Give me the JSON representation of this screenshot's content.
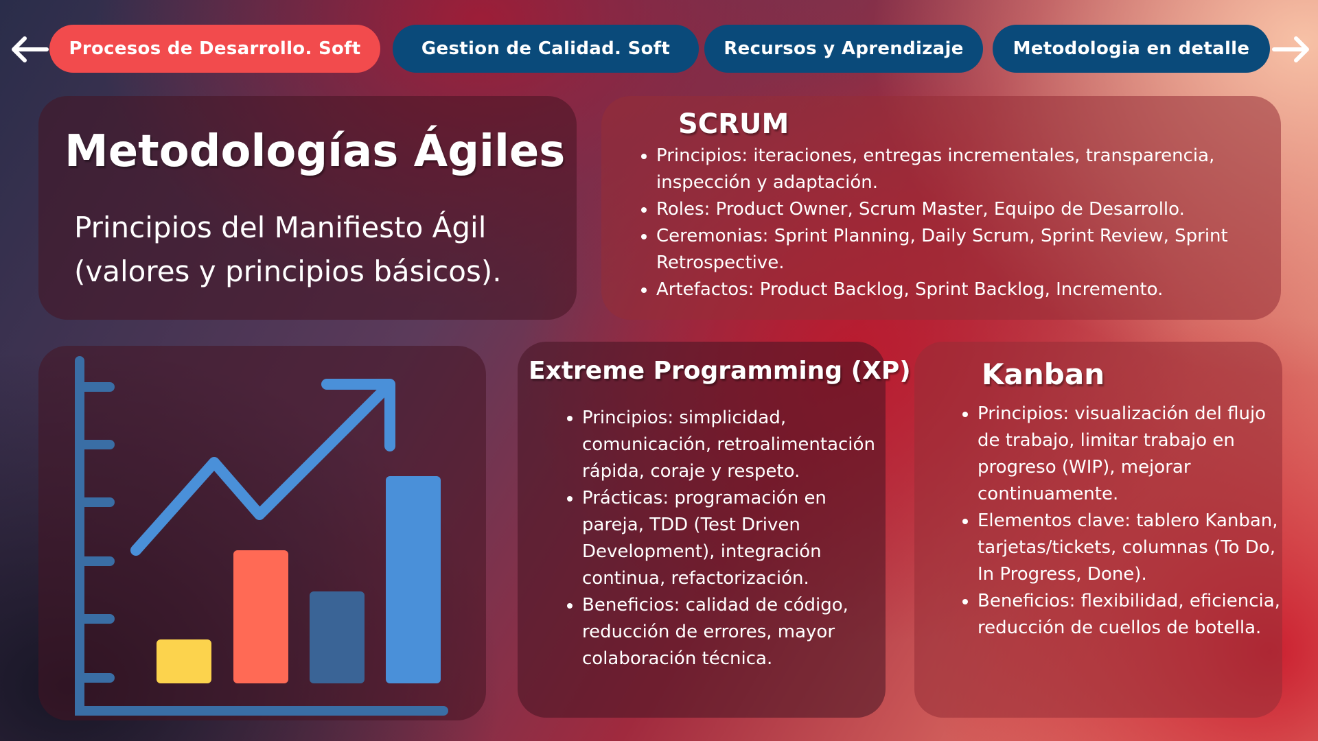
{
  "nav": {
    "items": [
      {
        "label": "Procesos de Desarrollo. Soft",
        "active": true
      },
      {
        "label": "Gestion de Calidad. Soft",
        "active": false
      },
      {
        "label": "Recursos y Aprendizaje",
        "active": false
      },
      {
        "label": "Metodologia en detalle",
        "active": false
      }
    ]
  },
  "intro": {
    "title": "Metodologías Ágiles",
    "subtitle": "Principios del Manifiesto Ágil (valores y principios básicos)."
  },
  "scrum": {
    "title": "SCRUM",
    "bullets": [
      "Principios: iteraciones, entregas incrementales, transparencia, inspección y adaptación.",
      "Roles: Product Owner, Scrum Master, Equipo de Desarrollo.",
      "Ceremonias: Sprint Planning, Daily Scrum, Sprint Review, Sprint Retrospective.",
      "Artefactos: Product Backlog, Sprint Backlog, Incremento."
    ]
  },
  "xp": {
    "title": "Extreme Programming (XP)",
    "bullets": [
      "Principios: simplicidad, comunicación, retroalimentación rápida, coraje y respeto.",
      "Prácticas: programación en pareja, TDD (Test Driven Development), integración continua, refactorización.",
      "Beneficios: calidad de código, reducción de errores, mayor colaboración técnica."
    ]
  },
  "kanban": {
    "title": "Kanban",
    "bullets": [
      "Principios: visualización del flujo de trabajo, limitar trabajo en progreso (WIP), mejorar continuamente.",
      "Elementos clave: tablero Kanban, tarjetas/tickets, columnas (To Do, In Progress, Done).",
      "Beneficios: flexibilidad, eficiencia, reducción de cuellos de botella."
    ]
  },
  "colors": {
    "nav_active": "#f24b4d",
    "nav_normal": "#0a4a7a",
    "chart_axis": "#3a6ea5",
    "bar_yellow": "#fcd34d",
    "bar_orange": "#ff6a55",
    "bar_navy": "#3a6496",
    "bar_blue": "#4a90d9"
  },
  "icons": {
    "back": "arrow-left-icon",
    "forward": "arrow-right-icon",
    "illustration": "growth-chart-icon"
  }
}
